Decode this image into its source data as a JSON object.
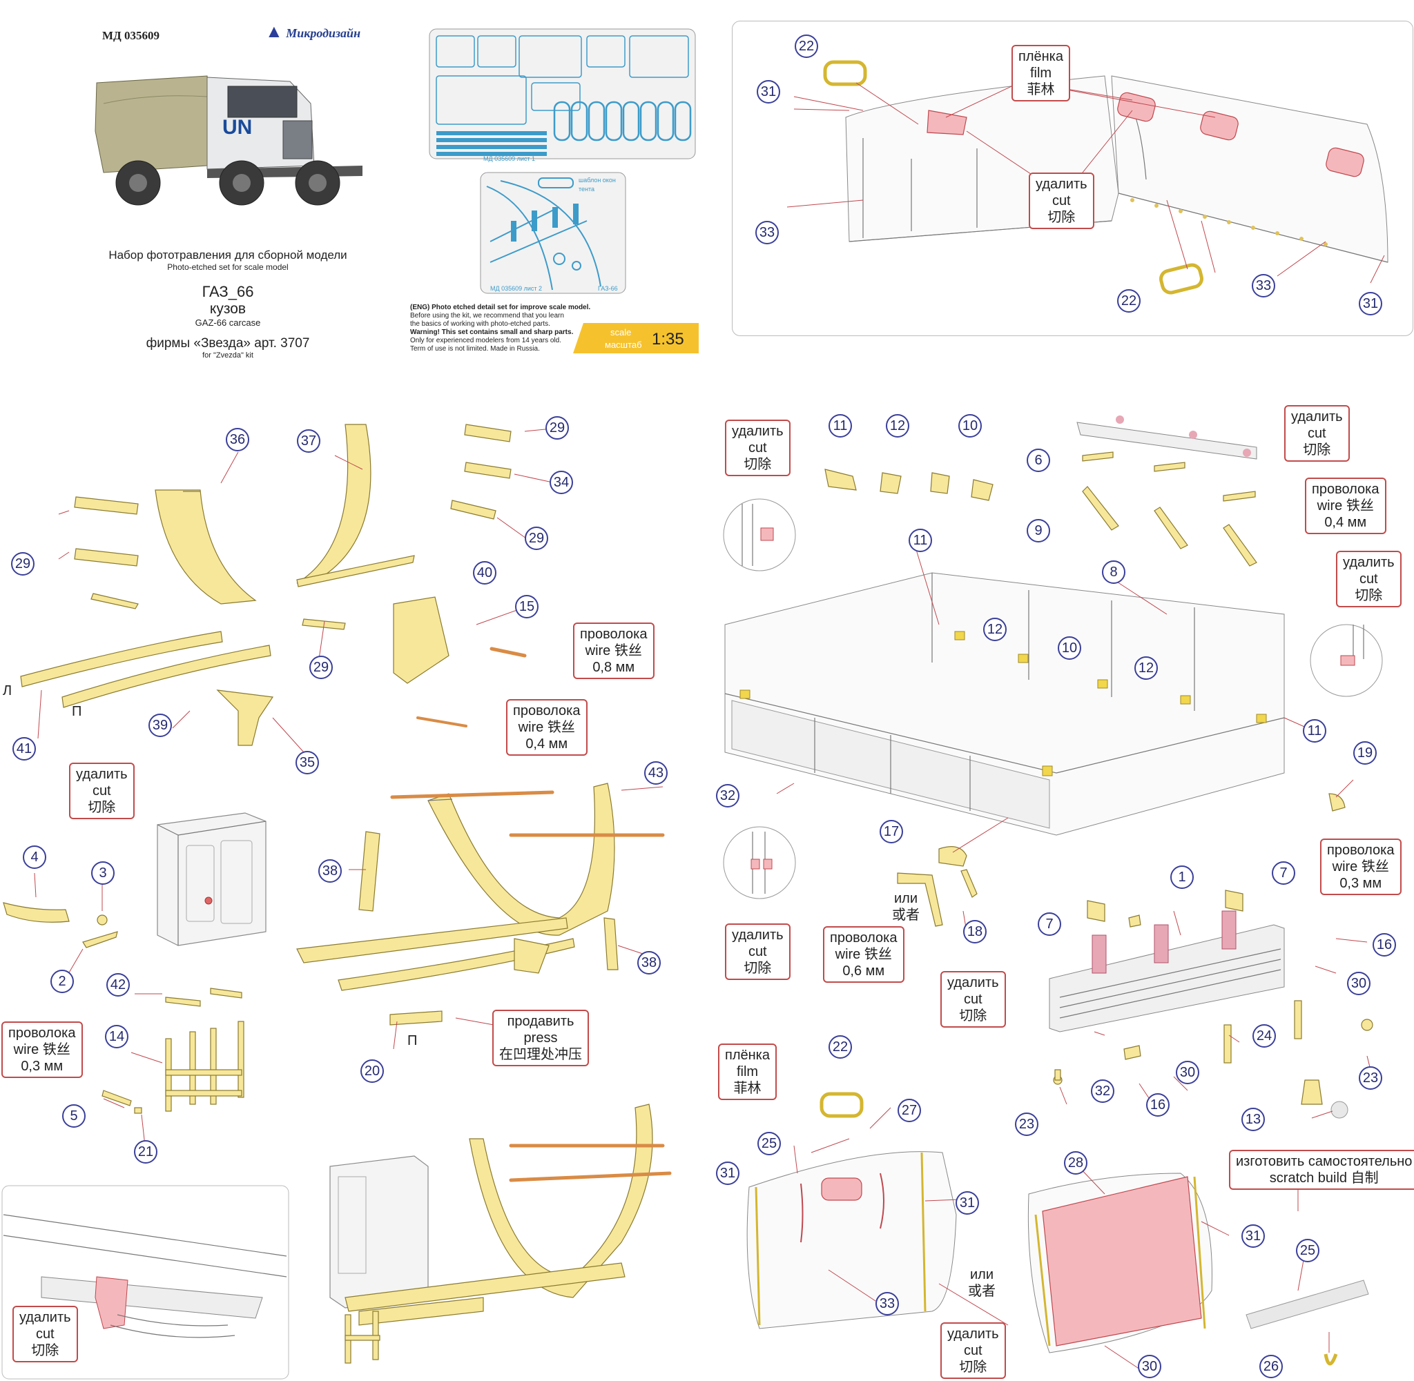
{
  "header": {
    "article": "МД 035609",
    "brand": "Микродизайн",
    "set_ru": "Набор фототравления для сборной модели",
    "set_en": "Photo-etched set for scale model",
    "model": "ГАЗ_66",
    "part_ru": "кузов",
    "part_en": "GAZ-66 carcase",
    "firm_ru": "фирмы «Звезда» арт. 3707",
    "firm_en": "for \"Zvezda\" kit",
    "truck_text": "UN"
  },
  "fret": {
    "sheet1": "МД 035609 лист 1",
    "sheet2": "МД 035609 лист 2",
    "template": "шаблон окон тента",
    "model_tag": "ГАЗ-66",
    "warn_1": "(ENG) Photo etched detail set for improve scale model.",
    "warn_2": "Before using the kit, we recommend that you learn",
    "warn_3": "the basics of working with photo-etched parts.",
    "warn_4": "Warning! This set contains small and sharp parts.",
    "warn_5": "Only for experienced modelers from 14 years old.",
    "warn_6": "Term of use is not limited. Made in Russia."
  },
  "scale": {
    "label_en": "scale",
    "label_ru": "масштаб",
    "value": "1:35"
  },
  "callouts": {
    "film": [
      "плёнка",
      "film",
      "菲林"
    ],
    "cut": [
      "удалить",
      "cut",
      "切除"
    ],
    "wire08": [
      "проволока",
      "wire  铁丝",
      "0,8 мм"
    ],
    "wire04": [
      "проволока",
      "wire  铁丝",
      "0,4 мм"
    ],
    "wire03": [
      "проволока",
      "wire  铁丝",
      "0,3 мм"
    ],
    "wire06": [
      "проволока",
      "wire  铁丝",
      "0,6 мм"
    ],
    "press": [
      "продавить",
      "press",
      "在凹理处冲压"
    ],
    "scratch": [
      "изготовить самостоятельно",
      "scratch build  自制"
    ],
    "or": [
      "или",
      "或者"
    ]
  },
  "side_labels": {
    "L": "Л",
    "P": "П"
  },
  "colors": {
    "pe_part": "#f7e79a",
    "outline": "#3a3f9a",
    "callout_border": "#c24a4a",
    "film": "#f4b8bc",
    "wire": "#d98b45",
    "scale_badge": "#f5c22e"
  }
}
